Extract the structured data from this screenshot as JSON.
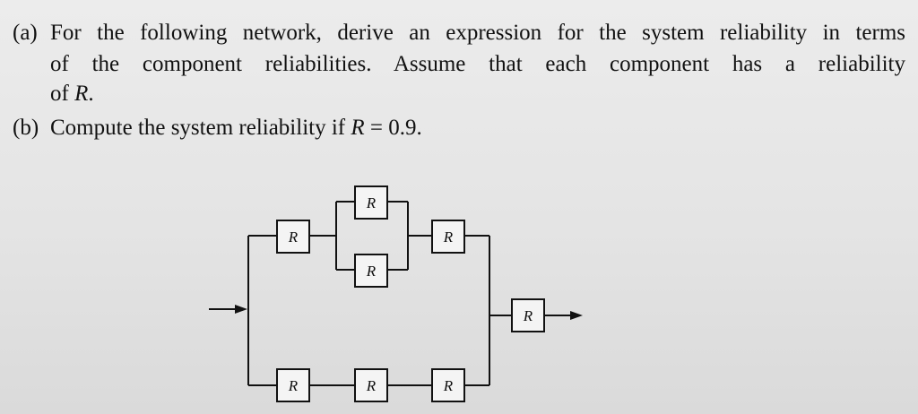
{
  "problem": {
    "part_a_label": "(a)",
    "part_a_line1": "For the following network, derive an expression for the system reliability in terms",
    "part_a_line2": "of the component reliabilities. Assume that each component has a reliability",
    "part_a_line3_prefix": "of ",
    "part_a_line3_var": "R",
    "part_a_line3_suffix": ".",
    "part_b_label": "(b)",
    "part_b_prefix": "Compute the system reliability if ",
    "part_b_var": "R",
    "part_b_suffix": " = 0.9."
  },
  "network": {
    "component_label": "R",
    "components": [
      {
        "name": "component-top-left"
      },
      {
        "name": "component-inner-upper"
      },
      {
        "name": "component-inner-lower"
      },
      {
        "name": "component-top-right"
      },
      {
        "name": "component-output"
      },
      {
        "name": "component-bottom-1"
      },
      {
        "name": "component-bottom-2"
      },
      {
        "name": "component-bottom-3"
      }
    ]
  }
}
